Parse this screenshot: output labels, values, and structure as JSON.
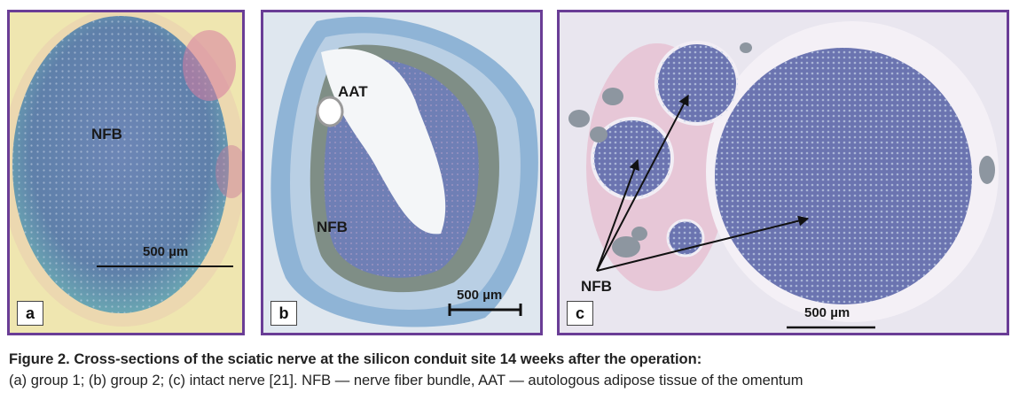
{
  "figure": {
    "panels": [
      {
        "tag": "a",
        "labels": {
          "nfb": "NFB"
        },
        "scale_bar": "500 µm"
      },
      {
        "tag": "b",
        "labels": {
          "aat": "AAT",
          "nfb": "NFB"
        },
        "scale_bar": "500 µm"
      },
      {
        "tag": "c",
        "labels": {
          "nfb": "NFB"
        },
        "scale_bar": "500 µm"
      }
    ],
    "caption_title": "Figure 2. Cross-sections of the sciatic nerve at the silicon conduit site 14 weeks after the operation:",
    "caption_body": "(a) group 1; (b) group 2; (c) intact nerve [21]. NFB — nerve fiber bundle, AAT — autologous adipose tissue of the omentum"
  },
  "colors": {
    "frame": "#6a3d96",
    "nerve_blue": "#5b78b0",
    "tissue_pink": "#d98aa8",
    "adipose_white": "#f4f6f8",
    "grey_band": "#8e9a8e"
  }
}
